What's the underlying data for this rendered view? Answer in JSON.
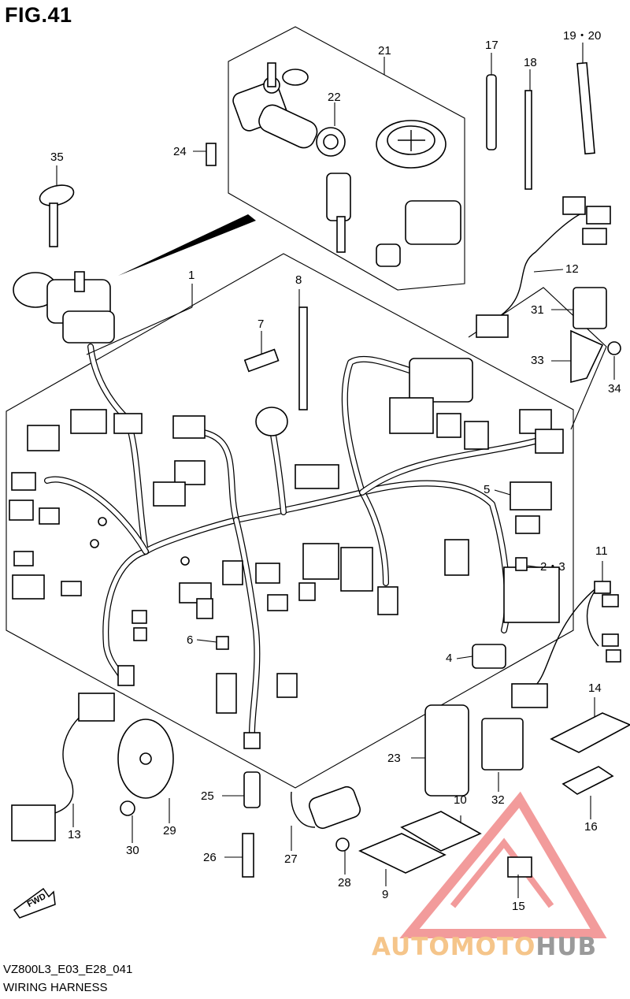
{
  "header": {
    "figure": "FIG.41"
  },
  "footer": {
    "code": "VZ800L3_E03_E28_041",
    "caption": "WIRING HARNESS"
  },
  "callouts": [
    {
      "id": "c1",
      "text": "1"
    },
    {
      "id": "c2_3",
      "text": "2・3"
    },
    {
      "id": "c4",
      "text": "4"
    },
    {
      "id": "c5",
      "text": "5"
    },
    {
      "id": "c6",
      "text": "6"
    },
    {
      "id": "c7",
      "text": "7"
    },
    {
      "id": "c8",
      "text": "8"
    },
    {
      "id": "c9",
      "text": "9"
    },
    {
      "id": "c10",
      "text": "10"
    },
    {
      "id": "c11",
      "text": "11"
    },
    {
      "id": "c12",
      "text": "12"
    },
    {
      "id": "c13",
      "text": "13"
    },
    {
      "id": "c14",
      "text": "14"
    },
    {
      "id": "c15",
      "text": "15"
    },
    {
      "id": "c16",
      "text": "16"
    },
    {
      "id": "c17",
      "text": "17"
    },
    {
      "id": "c18",
      "text": "18"
    },
    {
      "id": "c19_20",
      "text": "19・20"
    },
    {
      "id": "c21",
      "text": "21"
    },
    {
      "id": "c22",
      "text": "22"
    },
    {
      "id": "c23",
      "text": "23"
    },
    {
      "id": "c24",
      "text": "24"
    },
    {
      "id": "c25",
      "text": "25"
    },
    {
      "id": "c26",
      "text": "26"
    },
    {
      "id": "c27",
      "text": "27"
    },
    {
      "id": "c28",
      "text": "28"
    },
    {
      "id": "c29",
      "text": "29"
    },
    {
      "id": "c30",
      "text": "30"
    },
    {
      "id": "c31",
      "text": "31"
    },
    {
      "id": "c32",
      "text": "32"
    },
    {
      "id": "c33",
      "text": "33"
    },
    {
      "id": "c34",
      "text": "34"
    },
    {
      "id": "c35",
      "text": "35"
    }
  ],
  "fwd_label": "FWD",
  "watermark": {
    "part1": "AUTOMOTO",
    "part2": "HUB",
    "color1": "#f5c58a",
    "color2": "#9a9a9a",
    "logo_color": "#e84a4a"
  }
}
